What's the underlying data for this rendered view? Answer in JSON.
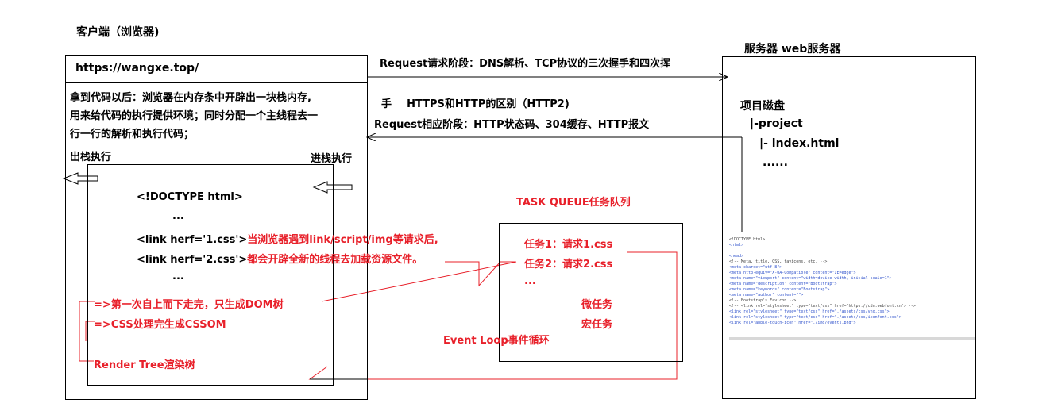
{
  "client_title": "客户端（浏览器)",
  "server_title": "服务器  web服务器",
  "url": "https://wangxe.top/",
  "client_desc": [
    "拿到代码以后：浏览器在内存条中开辟出一块栈内存,",
    "用来给代码的执行提供环境；同时分配一个主线程去一",
    "行一行的解析和执行代码；"
  ],
  "stack_out": "出栈执行",
  "stack_in": "进栈执行",
  "code": {
    "doctype": "<!DOCTYPE html>",
    "ellipsis1": "...",
    "link1": "<link herf='1.css'>",
    "link1_note": "当浏览器遇到link/script/img等请求后,",
    "link2": "<link herf='2.css'>",
    "link2_note": "都会开辟全新的线程去加载资源文件。",
    "ellipsis2": "...",
    "dom_note": "=>第一次自上而下走完，只生成DOM树",
    "cssom_note": "=>CSS处理完生成CSSOM",
    "render_tree": "Render Tree渲染树"
  },
  "request_line": "Request请求阶段：DNS解析、TCP协议的三次握手和四次挥",
  "hand": "手",
  "https_diff": "HTTPS和HTTP的区别（HTTP2)",
  "response_line": "Request相应阶段：HTTP状态码、304缓存、HTTP报文",
  "task_queue_title": "TASK QUEUE任务队列",
  "task_queue": {
    "task1": "任务1：请求1.css",
    "task2": "任务2：请求2.css",
    "dots": "...",
    "micro": "微任务",
    "macro": "宏任务"
  },
  "event_loop": "Event Loop事件循环",
  "server_disk": {
    "label": "项目磁盘",
    "project": "|-project",
    "index": "|- index.html",
    "dots": "......"
  },
  "code_preview": [
    "<!DOCTYPE html>",
    "<html>",
    "",
    "<head>",
    "  <!-- Meta, title, CSS, favicons, etc. -->",
    "  <meta charset=\"utf-8\">",
    "  <meta http-equiv=\"X-UA-Compatible\" content=\"IE=edge\">",
    "  <meta name=\"viewport\" content=\"width=device-width, initial-scale=1\">",
    "  <meta name=\"description\" content=\"Bootstrap\">",
    "  <meta name=\"keywords\" content=\"Bootstrap\">",
    "  <meta name=\"author\" content=\"\">",
    "  <!-- Bootstrap's Favicon -->",
    "  <!-- <link rel=\"stylesheet\" type=\"text/css\" href=\"https://cdn.webfont.cn\"> -->",
    "  <link rel=\"stylesheet\" type=\"text/css\" href=\"./assets/css/vno.css\">",
    "  <link rel=\"stylesheet\" type=\"text/css\" href=\"./assets/css/iconfont.css\">",
    "  <link rel=\"apple-touch-icon\" href=\"./img/events.png\">"
  ]
}
